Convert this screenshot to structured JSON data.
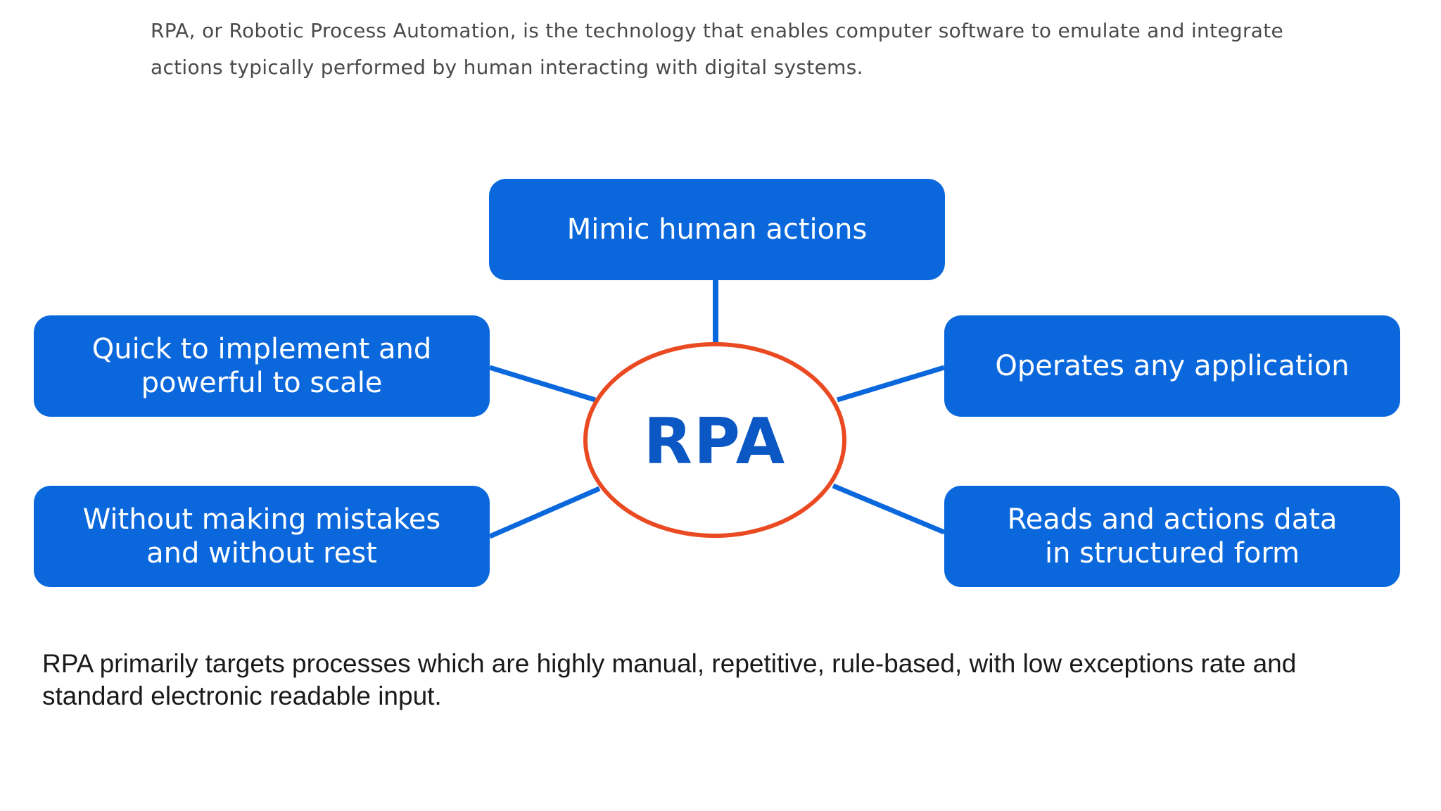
{
  "intro": "RPA, or Robotic Process Automation, is the technology that enables computer software to emulate and integrate actions typically performed by human interacting with digital systems.",
  "diagram": {
    "center": "RPA",
    "nodes": {
      "top": [
        "Mimic human actions"
      ],
      "left_top": [
        "Quick to implement and",
        "powerful to scale"
      ],
      "right_top": [
        "Operates any application"
      ],
      "left_bottom": [
        "Without making mistakes",
        "and without rest"
      ],
      "right_bottom": [
        "Reads and actions data",
        "in structured form"
      ]
    }
  },
  "summary": "RPA primarily targets processes which are highly manual, repetitive, rule-based, with low exceptions rate and standard electronic readable input.",
  "colors": {
    "node_fill": "#0b68dc",
    "hub_border": "#ea4a21",
    "hub_text": "#0b58c4",
    "connector": "#0b68dc"
  }
}
